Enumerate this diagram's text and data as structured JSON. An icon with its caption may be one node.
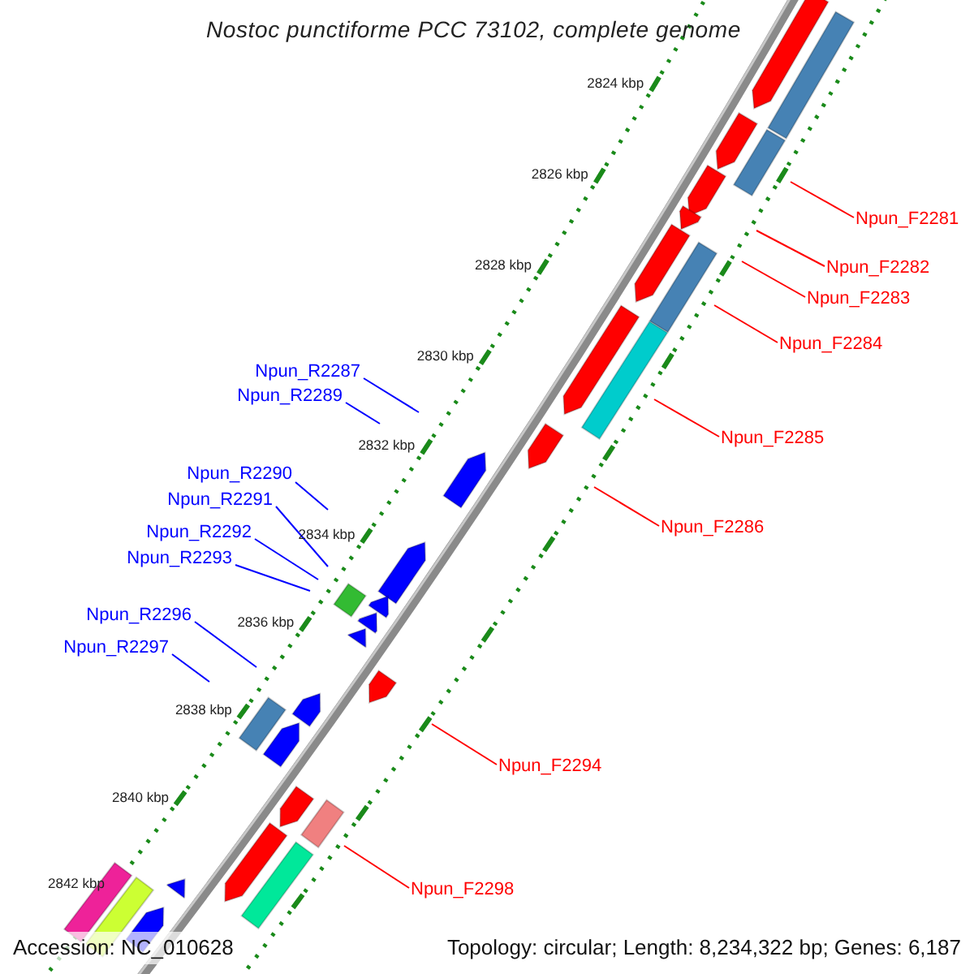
{
  "diagram": {
    "title": "Nostoc punctiforme PCC 73102, complete genome",
    "nodes": [
      {
        "text": [
          "Npun_F2281"
        ]
      },
      {
        "text": [
          "Npun_F2282"
        ]
      },
      {
        "text": [
          "Npun_F2283"
        ]
      },
      {
        "text": [
          "Npun_F2284"
        ]
      },
      {
        "text": [
          "Npun_R2287"
        ]
      },
      {
        "text": [
          "Npun_R2289"
        ]
      },
      {
        "text": [
          "Npun_F2285"
        ]
      },
      {
        "text": [
          "Npun_R2290"
        ]
      },
      {
        "text": [
          "Npun_R2291"
        ]
      },
      {
        "text": [
          "Npun_F2286"
        ]
      },
      {
        "text": [
          "Npun_R2292"
        ]
      },
      {
        "text": [
          "Npun_R2293"
        ]
      },
      {
        "text": [
          "Npun_R2296"
        ]
      },
      {
        "text": [
          "Npun_R2297"
        ]
      },
      {
        "text": [
          "Npun_F2294"
        ]
      },
      {
        "text": [
          "Npun_F2298"
        ]
      }
    ],
    "edges": [
      {
        "from": 0,
        "to": null,
        "arrow": "none",
        "color": "#ff0000"
      },
      {
        "from": 1,
        "to": null,
        "arrow": "none",
        "color": "#ff0000"
      },
      {
        "from": 2,
        "to": null,
        "arrow": "none",
        "color": "#ff0000"
      },
      {
        "from": 3,
        "to": null,
        "arrow": "none",
        "color": "#ff0000"
      },
      {
        "from": 4,
        "to": null,
        "arrow": "none",
        "color": "#0000ff"
      },
      {
        "from": 5,
        "to": null,
        "arrow": "none",
        "color": "#0000ff"
      },
      {
        "from": 6,
        "to": null,
        "arrow": "none",
        "color": "#ff0000"
      },
      {
        "from": 7,
        "to": null,
        "arrow": "none",
        "color": "#0000ff"
      },
      {
        "from": 8,
        "to": null,
        "arrow": "none",
        "color": "#0000ff"
      },
      {
        "from": 9,
        "to": null,
        "arrow": "none",
        "color": "#ff0000"
      },
      {
        "from": 10,
        "to": null,
        "arrow": "none",
        "color": "#0000ff"
      },
      {
        "from": 11,
        "to": null,
        "arrow": "none",
        "color": "#0000ff"
      },
      {
        "from": 12,
        "to": null,
        "arrow": "none",
        "color": "#0000ff"
      },
      {
        "from": 13,
        "to": null,
        "arrow": "none",
        "color": "#0000ff"
      },
      {
        "from": 14,
        "to": null,
        "arrow": "none",
        "color": "#ff0000"
      },
      {
        "from": 15,
        "to": null,
        "arrow": "none",
        "color": "#ff0000"
      }
    ],
    "labels": [
      "2824 kbp",
      "2826 kbp",
      "2828 kbp",
      "2830 kbp",
      "2832 kbp",
      "2834 kbp",
      "2836 kbp",
      "2838 kbp",
      "2840 kbp",
      "2842 kbp",
      "Accession: NC_010628",
      "Topology: circular; Length: 8,234,322 bp; Genes: 6,187"
    ]
  }
}
